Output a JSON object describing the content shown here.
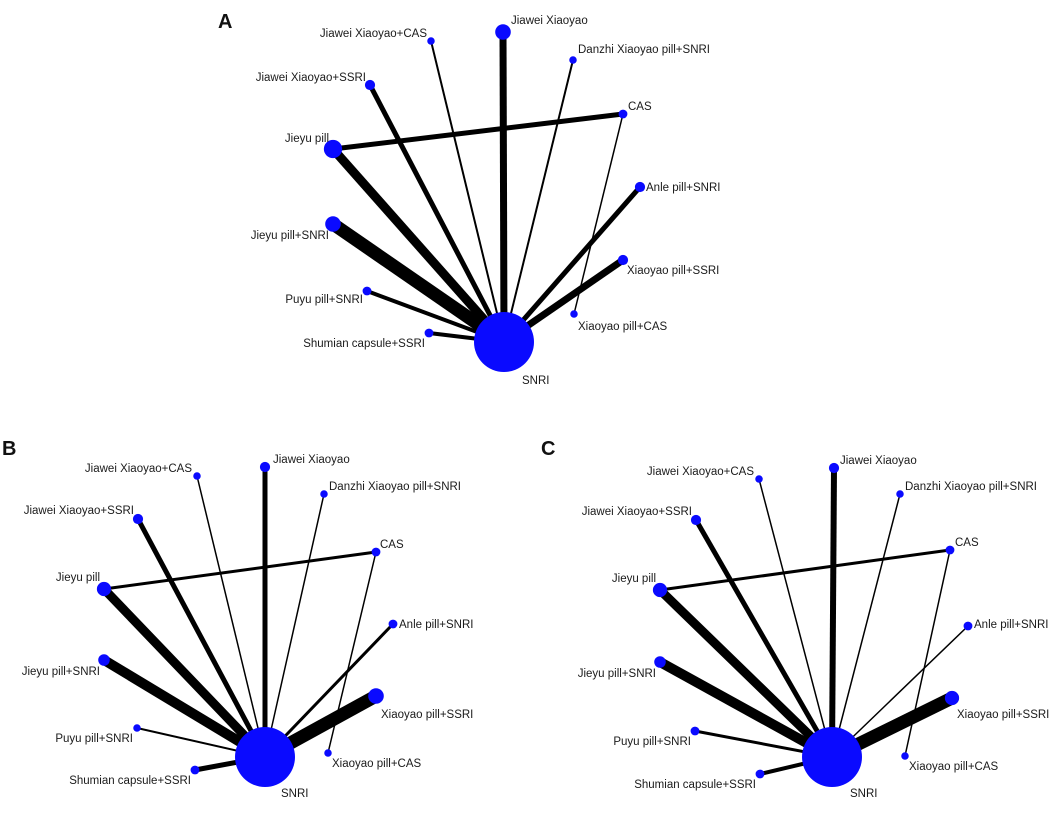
{
  "colors": {
    "node": "#0a0aff",
    "edge": "#000000",
    "background": "#ffffff"
  },
  "panels": [
    {
      "id": "A",
      "label": "A",
      "nodes": [
        {
          "id": "SNRI",
          "label": "SNRI",
          "size": 10
        },
        {
          "id": "JXC",
          "label": "Jiawei Xiaoyao+CAS",
          "size": 1
        },
        {
          "id": "JX",
          "label": "Jiawei Xiaoyao",
          "size": 4
        },
        {
          "id": "DXS",
          "label": "Danzhi Xiaoyao pill+SNRI",
          "size": 1
        },
        {
          "id": "JXS",
          "label": "Jiawei Xiaoyao+SSRI",
          "size": 2
        },
        {
          "id": "CAS",
          "label": "CAS",
          "size": 1.5
        },
        {
          "id": "JP",
          "label": "Jieyu pill",
          "size": 5
        },
        {
          "id": "AS",
          "label": "Anle pill+SNRI",
          "size": 2
        },
        {
          "id": "JPS",
          "label": "Jieyu pill+SNRI",
          "size": 4
        },
        {
          "id": "XSS",
          "label": "Xiaoyao pill+SSRI",
          "size": 2
        },
        {
          "id": "PS",
          "label": "Puyu pill+SNRI",
          "size": 1.5
        },
        {
          "id": "XC",
          "label": "Xiaoyao pill+CAS",
          "size": 1
        },
        {
          "id": "SCS",
          "label": "Shumian capsule+SSRI",
          "size": 1.5
        }
      ],
      "edges": [
        {
          "from": "JXC",
          "to": "SNRI",
          "weight": 2
        },
        {
          "from": "JX",
          "to": "SNRI",
          "weight": 7
        },
        {
          "from": "DXS",
          "to": "SNRI",
          "weight": 2
        },
        {
          "from": "JXS",
          "to": "SNRI",
          "weight": 5
        },
        {
          "from": "JP",
          "to": "CAS",
          "weight": 5
        },
        {
          "from": "CAS",
          "to": "XC",
          "weight": 1.5
        },
        {
          "from": "JP",
          "to": "SNRI",
          "weight": 9
        },
        {
          "from": "AS",
          "to": "SNRI",
          "weight": 5
        },
        {
          "from": "JPS",
          "to": "SNRI",
          "weight": 13
        },
        {
          "from": "XSS",
          "to": "SNRI",
          "weight": 7
        },
        {
          "from": "PS",
          "to": "SNRI",
          "weight": 4
        },
        {
          "from": "SCS",
          "to": "SNRI",
          "weight": 4
        }
      ]
    },
    {
      "id": "B",
      "label": "B",
      "nodes": [
        {
          "id": "SNRI",
          "label": "SNRI",
          "size": 10
        },
        {
          "id": "JXC",
          "label": "Jiawei Xiaoyao+CAS",
          "size": 1
        },
        {
          "id": "JX",
          "label": "Jiawei Xiaoyao",
          "size": 2
        },
        {
          "id": "DXS",
          "label": "Danzhi Xiaoyao pill+SNRI",
          "size": 1
        },
        {
          "id": "JXS",
          "label": "Jiawei Xiaoyao+SSRI",
          "size": 2
        },
        {
          "id": "CAS",
          "label": "CAS",
          "size": 1.5
        },
        {
          "id": "JP",
          "label": "Jieyu pill",
          "size": 3.5
        },
        {
          "id": "AS",
          "label": "Anle pill+SNRI",
          "size": 1.5
        },
        {
          "id": "JPS",
          "label": "Jieyu pill+SNRI",
          "size": 2.5
        },
        {
          "id": "XSS",
          "label": "Xiaoyao pill+SSRI",
          "size": 4
        },
        {
          "id": "PS",
          "label": "Puyu pill+SNRI",
          "size": 1
        },
        {
          "id": "XC",
          "label": "Xiaoyao pill+CAS",
          "size": 1
        },
        {
          "id": "SCS",
          "label": "Shumian capsule+SSRI",
          "size": 1.5
        }
      ],
      "edges": [
        {
          "from": "JXC",
          "to": "SNRI",
          "weight": 1.5
        },
        {
          "from": "JX",
          "to": "SNRI",
          "weight": 5
        },
        {
          "from": "DXS",
          "to": "SNRI",
          "weight": 1.5
        },
        {
          "from": "JXS",
          "to": "SNRI",
          "weight": 5
        },
        {
          "from": "JP",
          "to": "CAS",
          "weight": 3
        },
        {
          "from": "CAS",
          "to": "XC",
          "weight": 1.5
        },
        {
          "from": "JP",
          "to": "SNRI",
          "weight": 9
        },
        {
          "from": "AS",
          "to": "SNRI",
          "weight": 3
        },
        {
          "from": "JPS",
          "to": "SNRI",
          "weight": 10
        },
        {
          "from": "XSS",
          "to": "SNRI",
          "weight": 13
        },
        {
          "from": "PS",
          "to": "SNRI",
          "weight": 2
        },
        {
          "from": "SCS",
          "to": "SNRI",
          "weight": 5
        }
      ]
    },
    {
      "id": "C",
      "label": "C",
      "nodes": [
        {
          "id": "SNRI",
          "label": "SNRI",
          "size": 10
        },
        {
          "id": "JXC",
          "label": "Jiawei Xiaoyao+CAS",
          "size": 1
        },
        {
          "id": "JX",
          "label": "Jiawei Xiaoyao",
          "size": 2
        },
        {
          "id": "DXS",
          "label": "Danzhi Xiaoyao pill+SNRI",
          "size": 1
        },
        {
          "id": "JXS",
          "label": "Jiawei Xiaoyao+SSRI",
          "size": 2
        },
        {
          "id": "CAS",
          "label": "CAS",
          "size": 1.5
        },
        {
          "id": "JP",
          "label": "Jieyu pill",
          "size": 3.5
        },
        {
          "id": "AS",
          "label": "Anle pill+SNRI",
          "size": 1.5
        },
        {
          "id": "JPS",
          "label": "Jieyu pill+SNRI",
          "size": 2.5
        },
        {
          "id": "XSS",
          "label": "Xiaoyao pill+SSRI",
          "size": 3.5
        },
        {
          "id": "PS",
          "label": "Puyu pill+SNRI",
          "size": 1.5
        },
        {
          "id": "XC",
          "label": "Xiaoyao pill+CAS",
          "size": 1
        },
        {
          "id": "SCS",
          "label": "Shumian capsule+SSRI",
          "size": 1.5
        }
      ],
      "edges": [
        {
          "from": "JXC",
          "to": "SNRI",
          "weight": 1.5
        },
        {
          "from": "JX",
          "to": "SNRI",
          "weight": 6
        },
        {
          "from": "DXS",
          "to": "SNRI",
          "weight": 1.5
        },
        {
          "from": "JXS",
          "to": "SNRI",
          "weight": 5
        },
        {
          "from": "JP",
          "to": "CAS",
          "weight": 3
        },
        {
          "from": "CAS",
          "to": "XC",
          "weight": 1.5
        },
        {
          "from": "JP",
          "to": "SNRI",
          "weight": 9
        },
        {
          "from": "AS",
          "to": "SNRI",
          "weight": 1.5
        },
        {
          "from": "JPS",
          "to": "SNRI",
          "weight": 10
        },
        {
          "from": "XSS",
          "to": "SNRI",
          "weight": 13
        },
        {
          "from": "PS",
          "to": "SNRI",
          "weight": 3
        },
        {
          "from": "SCS",
          "to": "SNRI",
          "weight": 4
        }
      ]
    }
  ]
}
